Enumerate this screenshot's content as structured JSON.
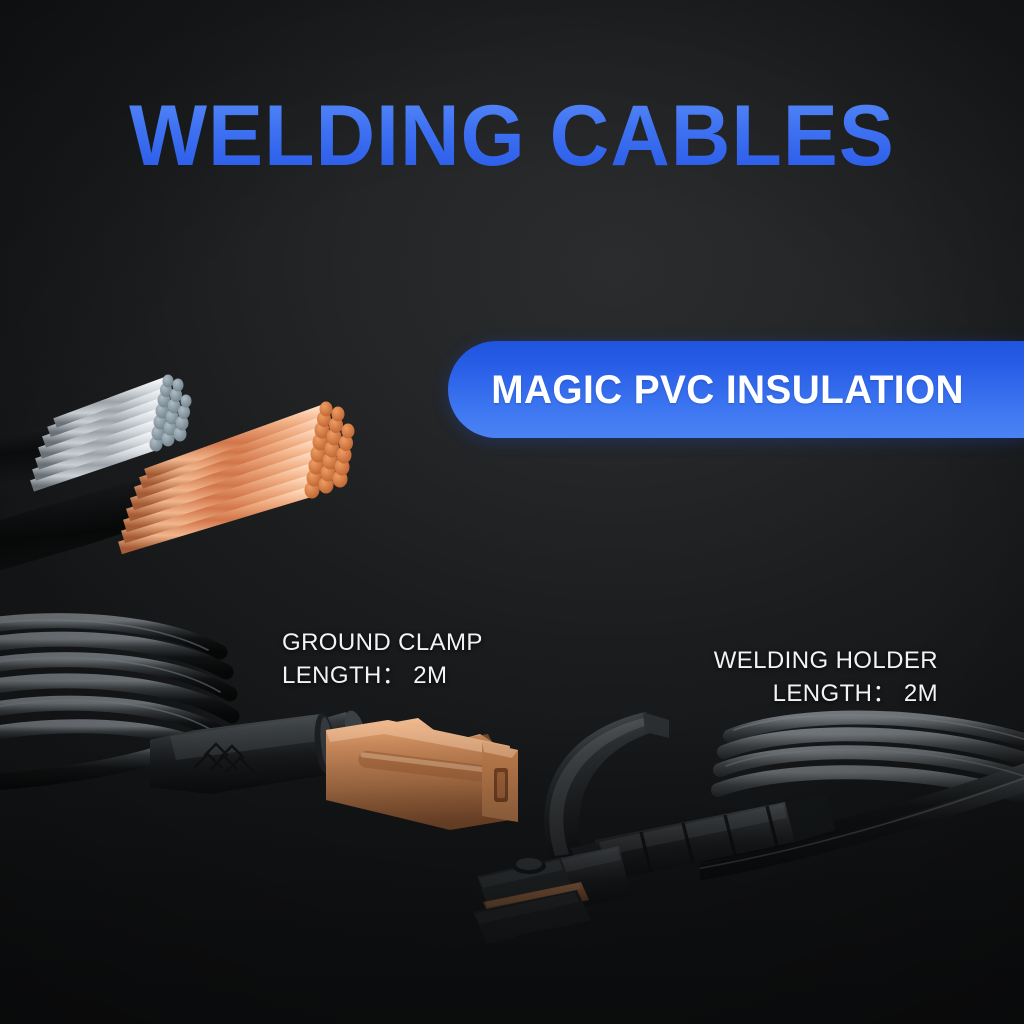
{
  "banner": {
    "title": "WELDING CABLES",
    "badge": {
      "label": "MAGIC PVC INSULATION",
      "accent_top": "#1e54de",
      "accent_bottom": "#4b83f5"
    },
    "background": {
      "base_color": "#232527",
      "corner_color": "#141618"
    },
    "title_gradient": {
      "top": "#5b8cf7",
      "bottom": "#2656e6"
    }
  },
  "callouts": [
    {
      "id": "ground-clamp",
      "name": "GROUND CLAMP",
      "spec": "LENGTH： 2M",
      "align": "left"
    },
    {
      "id": "welding-holder",
      "name": "WELDING HOLDER",
      "spec": "LENGTH： 2M",
      "align": "right"
    }
  ],
  "product_art": {
    "cable_cross_section": {
      "label": "cable-cross-section",
      "strand_a_color": "#c9cdd2",
      "strand_a_face_color": "#8fa3ad",
      "strand_b_color": "#e2a278",
      "strand_b_face_color": "#d4743f",
      "jacket_color": "#0e0f10"
    },
    "ground_clamp": {
      "label": "ground-clamp",
      "body_color": "#c98757",
      "boot_color": "#2a2c2e"
    },
    "welding_holder": {
      "label": "welding-holder",
      "body_color": "#2e3032",
      "jaw_color": "#9b5f33"
    },
    "cable_coils": {
      "label": "coiled-welding-cable",
      "color": "#141617",
      "highlight": "#5e6266"
    }
  }
}
